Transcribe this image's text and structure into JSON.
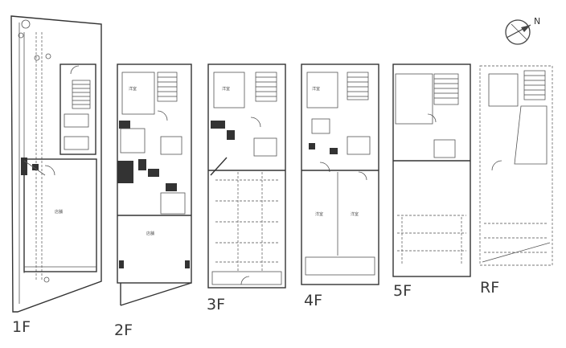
{
  "floors": [
    {
      "id": "1f",
      "label": "1F"
    },
    {
      "id": "2f",
      "label": "2F"
    },
    {
      "id": "3f",
      "label": "3F"
    },
    {
      "id": "4f",
      "label": "4F"
    },
    {
      "id": "5f",
      "label": "5F"
    },
    {
      "id": "rf",
      "label": "RF"
    }
  ],
  "compass": {
    "north_letter": "N"
  }
}
